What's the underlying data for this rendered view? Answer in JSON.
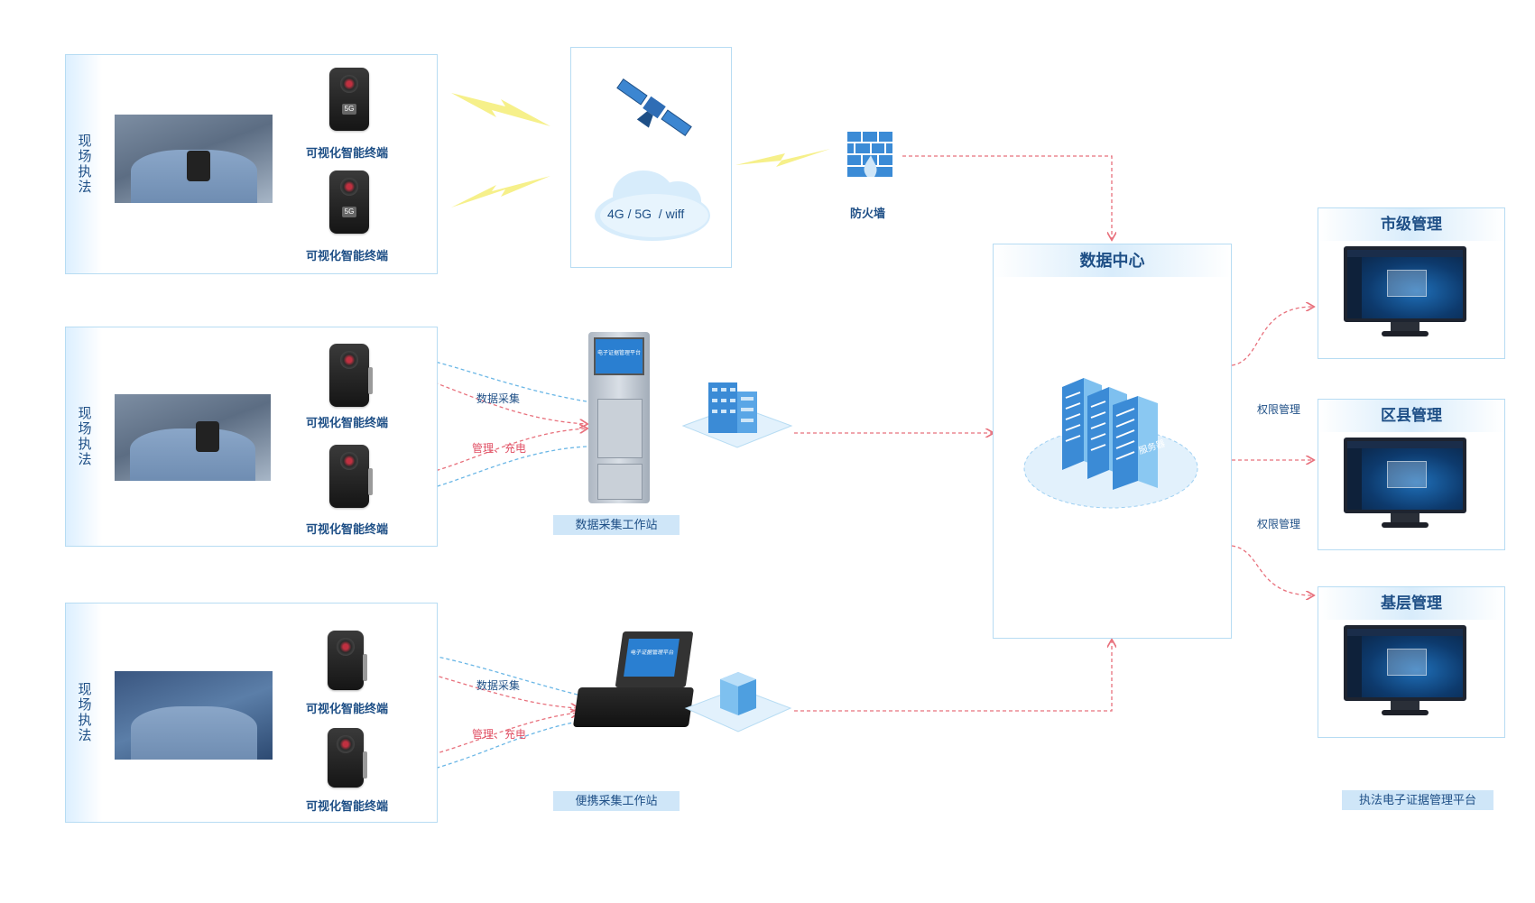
{
  "scene_label": "现场执法",
  "terminal_label": "可视化智能终端",
  "terminal_badge": "5G",
  "network": {
    "cloud_text": "4G / 5G  / wiff"
  },
  "firewall": {
    "label": "防火墙"
  },
  "data_center": {
    "title": "数据中心",
    "server_label": "服务器"
  },
  "flows": {
    "collect": "数据采集",
    "manage": "管理、充电"
  },
  "workstation": {
    "label": "数据采集工作站",
    "screen_text": "电子证据管理平台"
  },
  "portable": {
    "label": "便携采集工作站",
    "screen_text": "电子证据管理平台"
  },
  "permissions": [
    "权限管理",
    "权限管理"
  ],
  "management": [
    "市级管理",
    "区县管理",
    "基层管理"
  ],
  "platform_label": "执法电子证据管理平台",
  "colors": {
    "accent": "#1e4f86",
    "panel_border": "#b7dcf3",
    "flow_red": "#e8707c",
    "flow_blue": "#6bb7e6",
    "lightning": "#f6f08a"
  }
}
